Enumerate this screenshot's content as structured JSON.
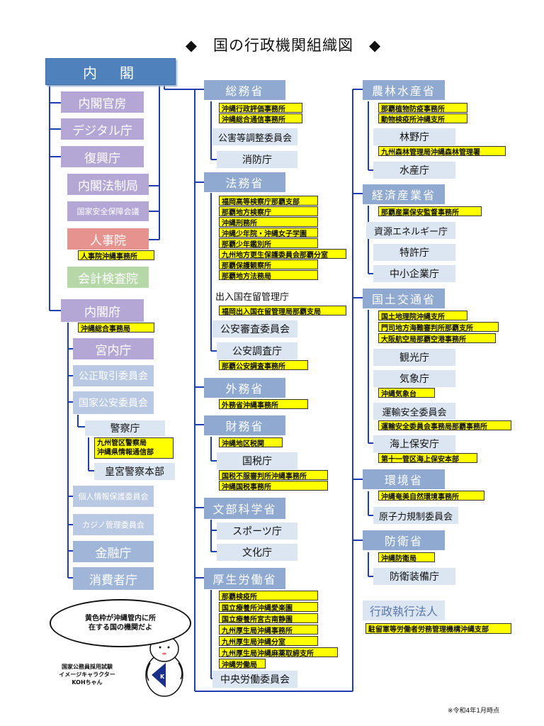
{
  "title": "◆　国の行政機関組織図　◆",
  "cabinet": {
    "naikaku": "内　閣",
    "kanbo": "内閣官房",
    "digital": "デジタル庁",
    "fukko": "復興庁",
    "hosei": "内閣法制局",
    "anpo": "国家安全保障会議",
    "jinjiin": "人事院",
    "jinjiin_okinawa": "人事院沖縄事務所",
    "kaikei": "会計検査院",
    "naikakufu": "内閣府",
    "okinawa_sogo": "沖縄総合事務局",
    "kunaicho": "宮内庁",
    "kosei": "公正取引委員会",
    "koan": "国家公安委員会",
    "keisatsu": "警察庁",
    "keisatsu_offices": [
      "九州管区警察局",
      "沖縄県情報通信部"
    ],
    "kogu": "皇宮警察本部",
    "kojin": "個人情報保護委員会",
    "casino": "カジノ管理委員会",
    "kinyu": "金融庁",
    "shohisha": "消費者庁"
  },
  "col2": {
    "somu": "総務省",
    "somu_offices": [
      "沖縄行政評価事務所",
      "沖縄総合通信事務所"
    ],
    "kochosei": "公害等調整委員会",
    "shobo": "消防庁",
    "homu": "法務省",
    "homu_offices": [
      "福岡高等検察庁那覇支部",
      "那覇地方検察庁",
      "沖縄刑務所",
      "沖縄少年院・沖縄女子学園",
      "那覇少年鑑別所",
      "九州地方更生保護委員会那覇分室",
      "那覇保護観察所",
      "那覇地方法務局"
    ],
    "nyukan": "出入国在留管理庁",
    "nyukan_office": "福岡出入国在留管理局那覇支局",
    "koan_shinsa": "公安審査委員会",
    "koan_chosa": "公安調査庁",
    "koan_chosa_office": "那覇公安調査事務所",
    "gaimu": "外務省",
    "gaimu_office": "外務省沖縄事務所",
    "zaimu": "財務省",
    "zaimu_office": "沖縄地区税関",
    "kokuzei": "国税庁",
    "kokuzei_offices": [
      "国税不服審判所沖縄事務所",
      "沖縄国税事務所"
    ],
    "monka": "文部科学省",
    "sports": "スポーツ庁",
    "bunka": "文化庁",
    "kosei_rodo": "厚生労働省",
    "kosei_offices": [
      "那覇検疫所",
      "国立療養所沖縄愛楽園",
      "国立療養所宮古南静園",
      "九州厚生局沖縄事務所",
      "九州厚生局沖縄分室",
      "九州厚生局沖縄麻薬取締支所",
      "沖縄労働局"
    ],
    "churo": "中央労働委員会"
  },
  "col3": {
    "norin": "農林水産省",
    "norin_offices": [
      "那覇植物防疫事務所",
      "動物検疫所沖縄支所"
    ],
    "rinya": "林野庁",
    "rinya_office": "九州森林管理局沖縄森林管理署",
    "suisan": "水産庁",
    "keisan": "経済産業省",
    "keisan_office": "那覇産業保安監督事務所",
    "shigen": "資源エネルギー庁",
    "tokkyo": "特許庁",
    "chusho": "中小企業庁",
    "kokudo": "国土交通省",
    "kokudo_offices": [
      "国土地理院沖縄支所",
      "門司地方海難審判所那覇支所",
      "大阪航空局那覇空港事務所"
    ],
    "kanko": "観光庁",
    "kisho": "気象庁",
    "kisho_office": "沖縄気象台",
    "unyu": "運輸安全委員会",
    "unyu_office": "運輸安全委員会事務局那覇事務所",
    "kaijo": "海上保安庁",
    "kaijo_office": "第十一管区海上保安本部",
    "kankyo": "環境省",
    "kankyo_office": "沖縄奄美自然環境事務所",
    "genshiryoku": "原子力規制委員会",
    "boei": "防衛省",
    "boei_office": "沖縄防衛局",
    "soubi": "防衛装備庁",
    "gyousei": "行政執行法人",
    "gyousei_office": "駐留軍等労働者労務管理機構沖縄支部"
  },
  "mascot": {
    "bubble": [
      "黄色枠が沖縄管内に所",
      "在する国の機関だよ"
    ],
    "label": [
      "国家公務員採用試験",
      "イメージキャラクター",
      "KOHちゃん"
    ],
    "badge": "K"
  },
  "note": "※令和4年1月時点",
  "colors": {
    "line": "#1f3fb0",
    "yellow": "#ffff00",
    "cabinet": "#4f81bd"
  }
}
